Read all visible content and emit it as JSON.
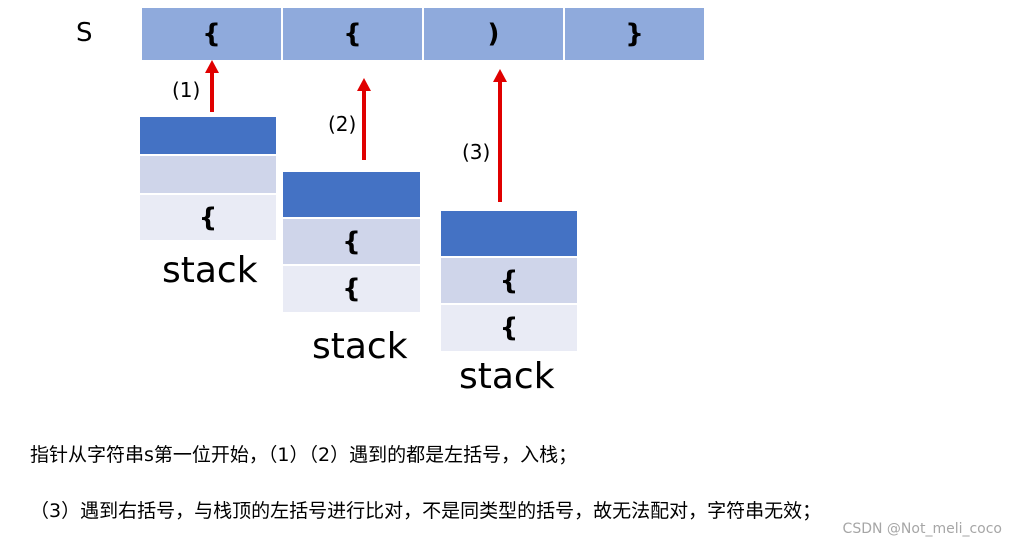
{
  "s_label": "S",
  "string_chars": [
    "{",
    "{",
    ")",
    "}"
  ],
  "steps": [
    "(1)",
    "(2)",
    "(3)"
  ],
  "stacks": [
    {
      "cells": [
        "",
        "",
        "{"
      ],
      "caption": "stack"
    },
    {
      "cells": [
        "",
        "{",
        "{"
      ],
      "caption": "stack"
    },
    {
      "cells": [
        "",
        "{",
        "{"
      ],
      "caption": "stack"
    }
  ],
  "description": [
    "指针从字符串s第一位开始，（1）（2）遇到的都是左括号，入栈；",
    "（3）遇到右括号，与栈顶的左括号进行比对，不是同类型的括号，故无法配对，字符串无效；"
  ],
  "watermark": "CSDN @Not_meli_coco",
  "colors": {
    "strip": "#8faadc",
    "stack_top": "#4472c4",
    "stack_mid": "#cfd5ea",
    "stack_bottom": "#e9ebf5",
    "arrow": "#e00000"
  }
}
